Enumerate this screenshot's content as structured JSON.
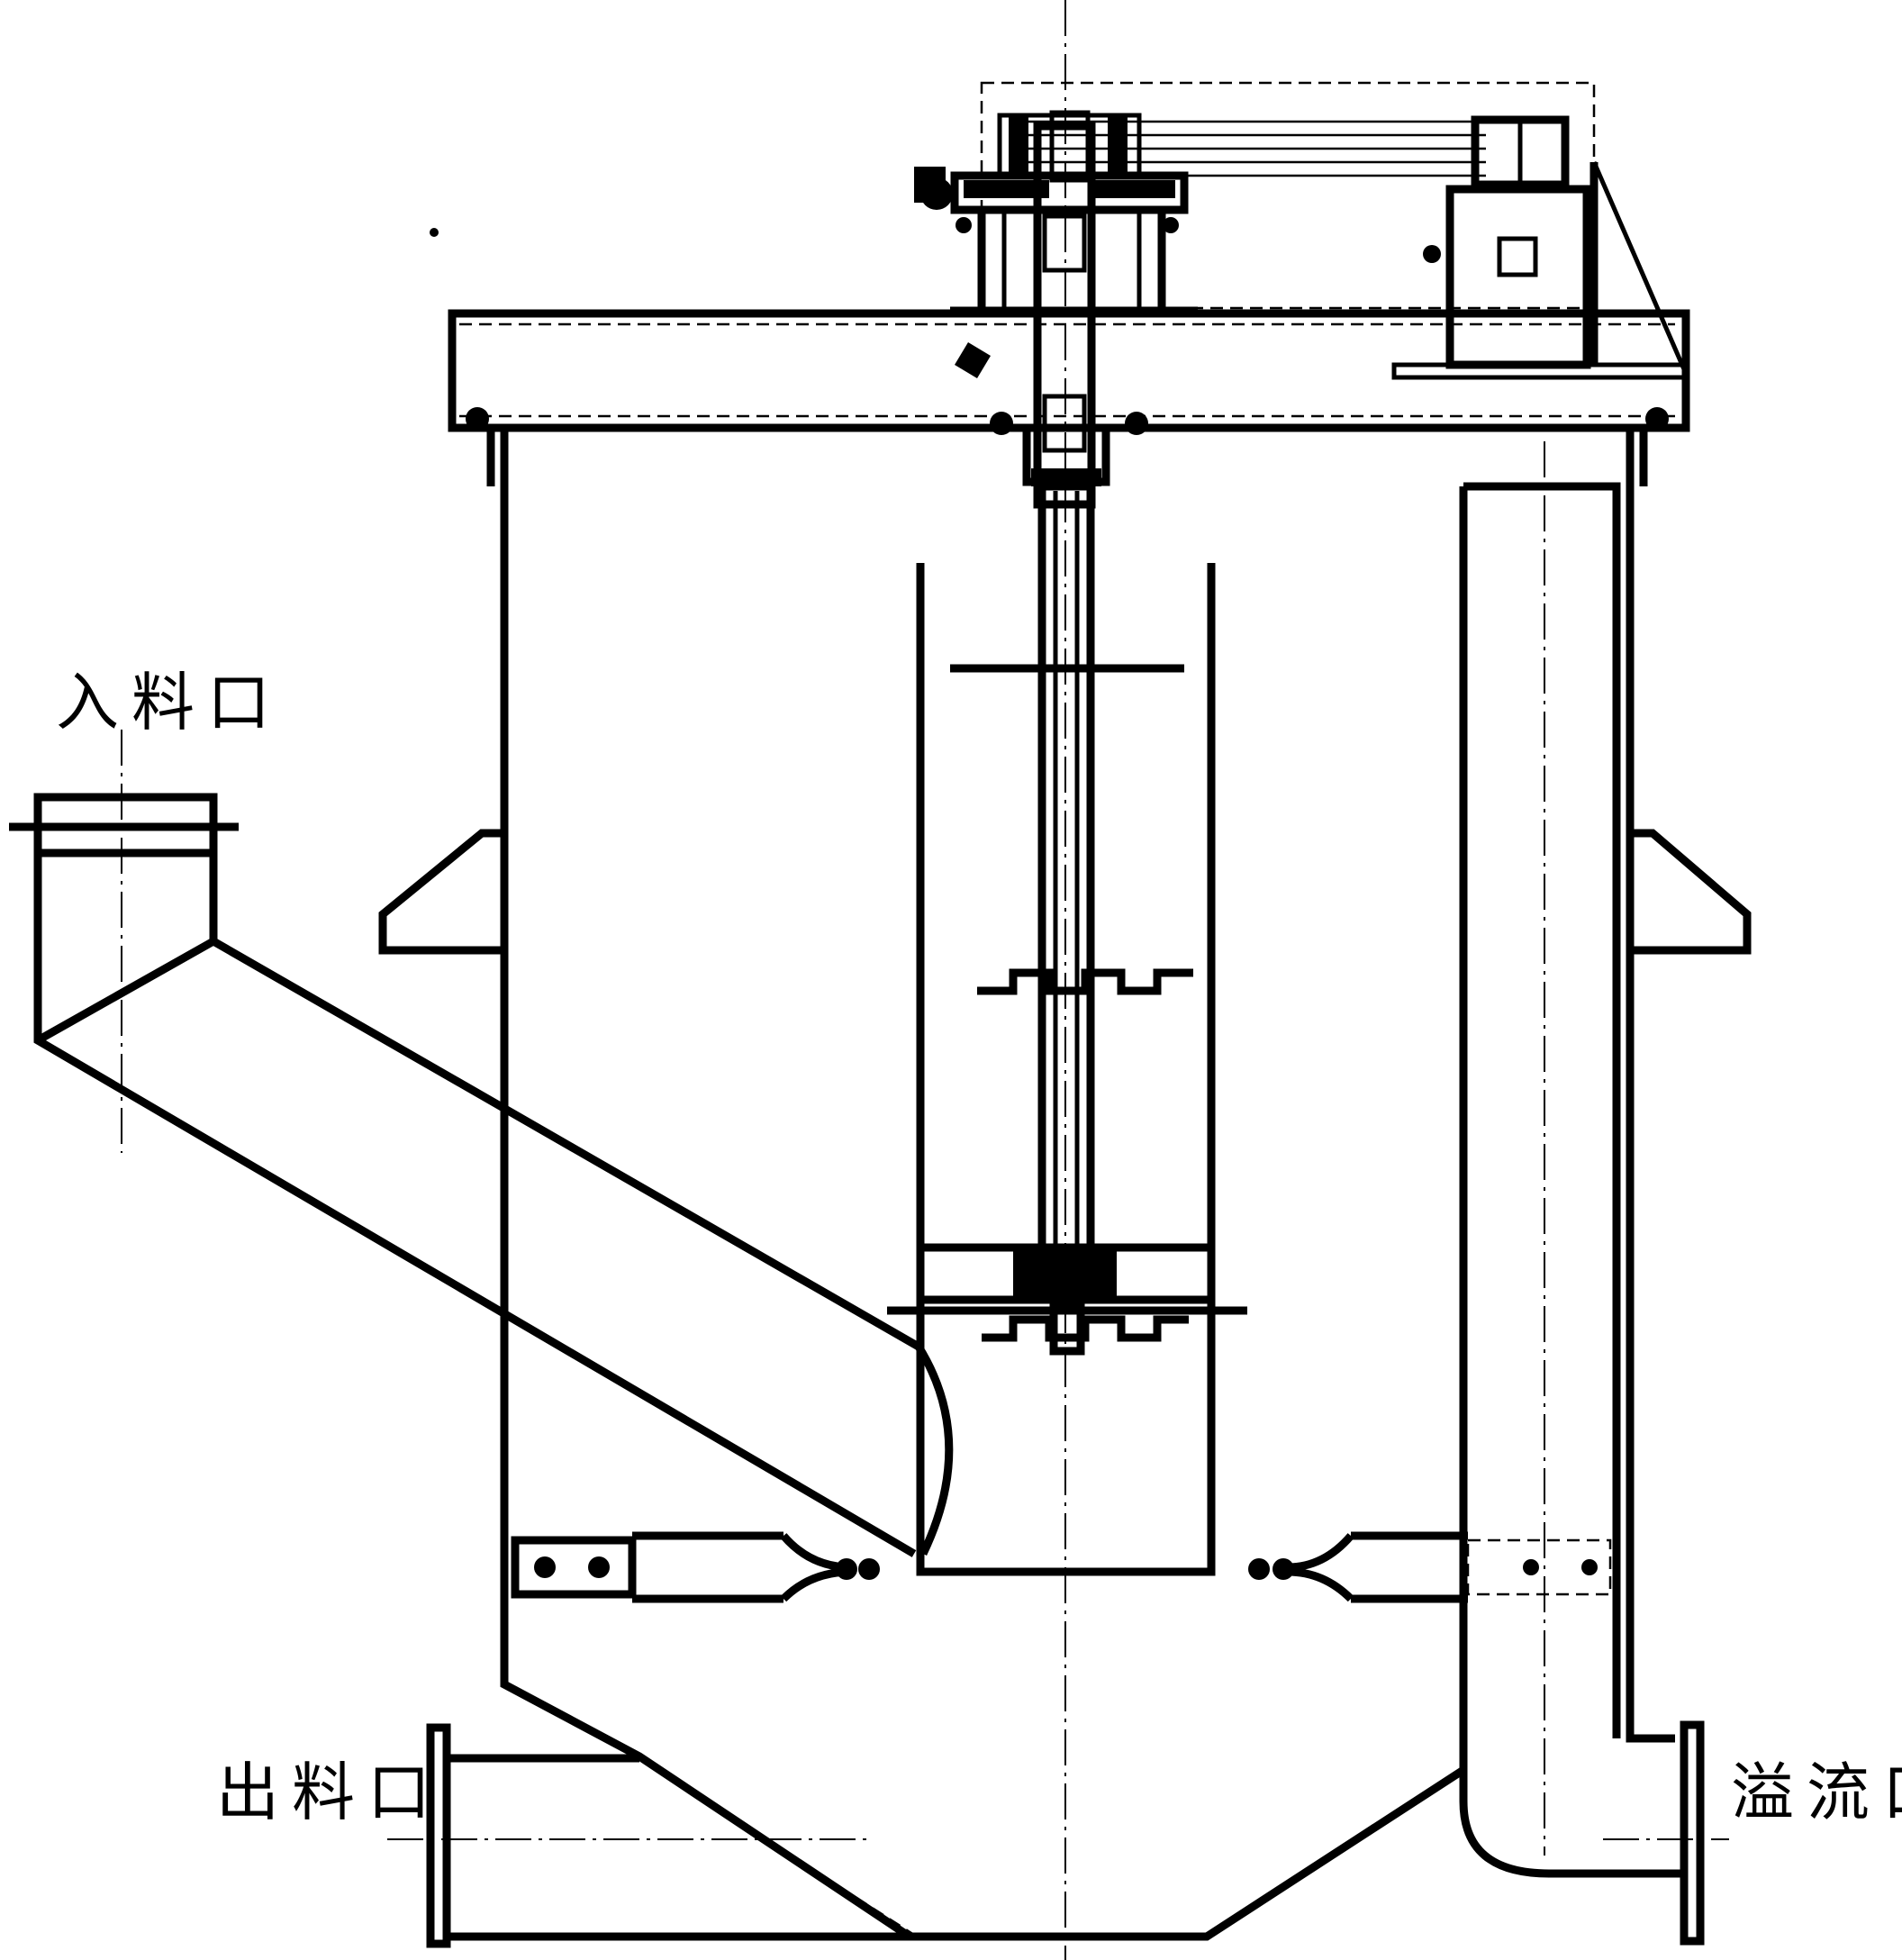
{
  "labels": {
    "inlet": "入料口",
    "outlet": "出料口",
    "overflow": "溢流口"
  }
}
